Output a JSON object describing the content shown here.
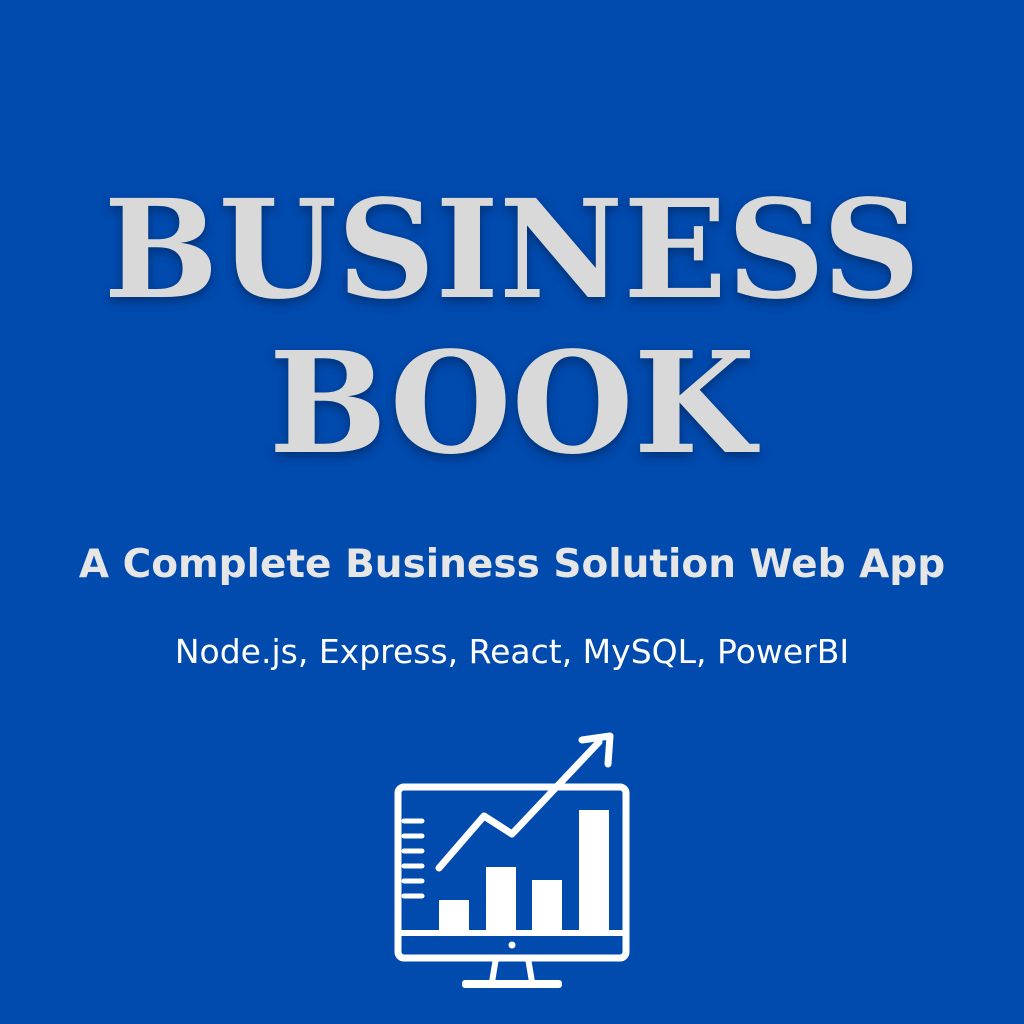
{
  "cover": {
    "background_color": "#014aae",
    "title_color": "#d9d9d9",
    "title_line_1": "BUSINESS",
    "title_line_2": "BOOK",
    "subtitle": "A Complete Business Solution Web App",
    "tech_stack": "Node.js, Express, React, MySQL, PowerBI",
    "icon": "monitor-growth-chart-icon"
  }
}
